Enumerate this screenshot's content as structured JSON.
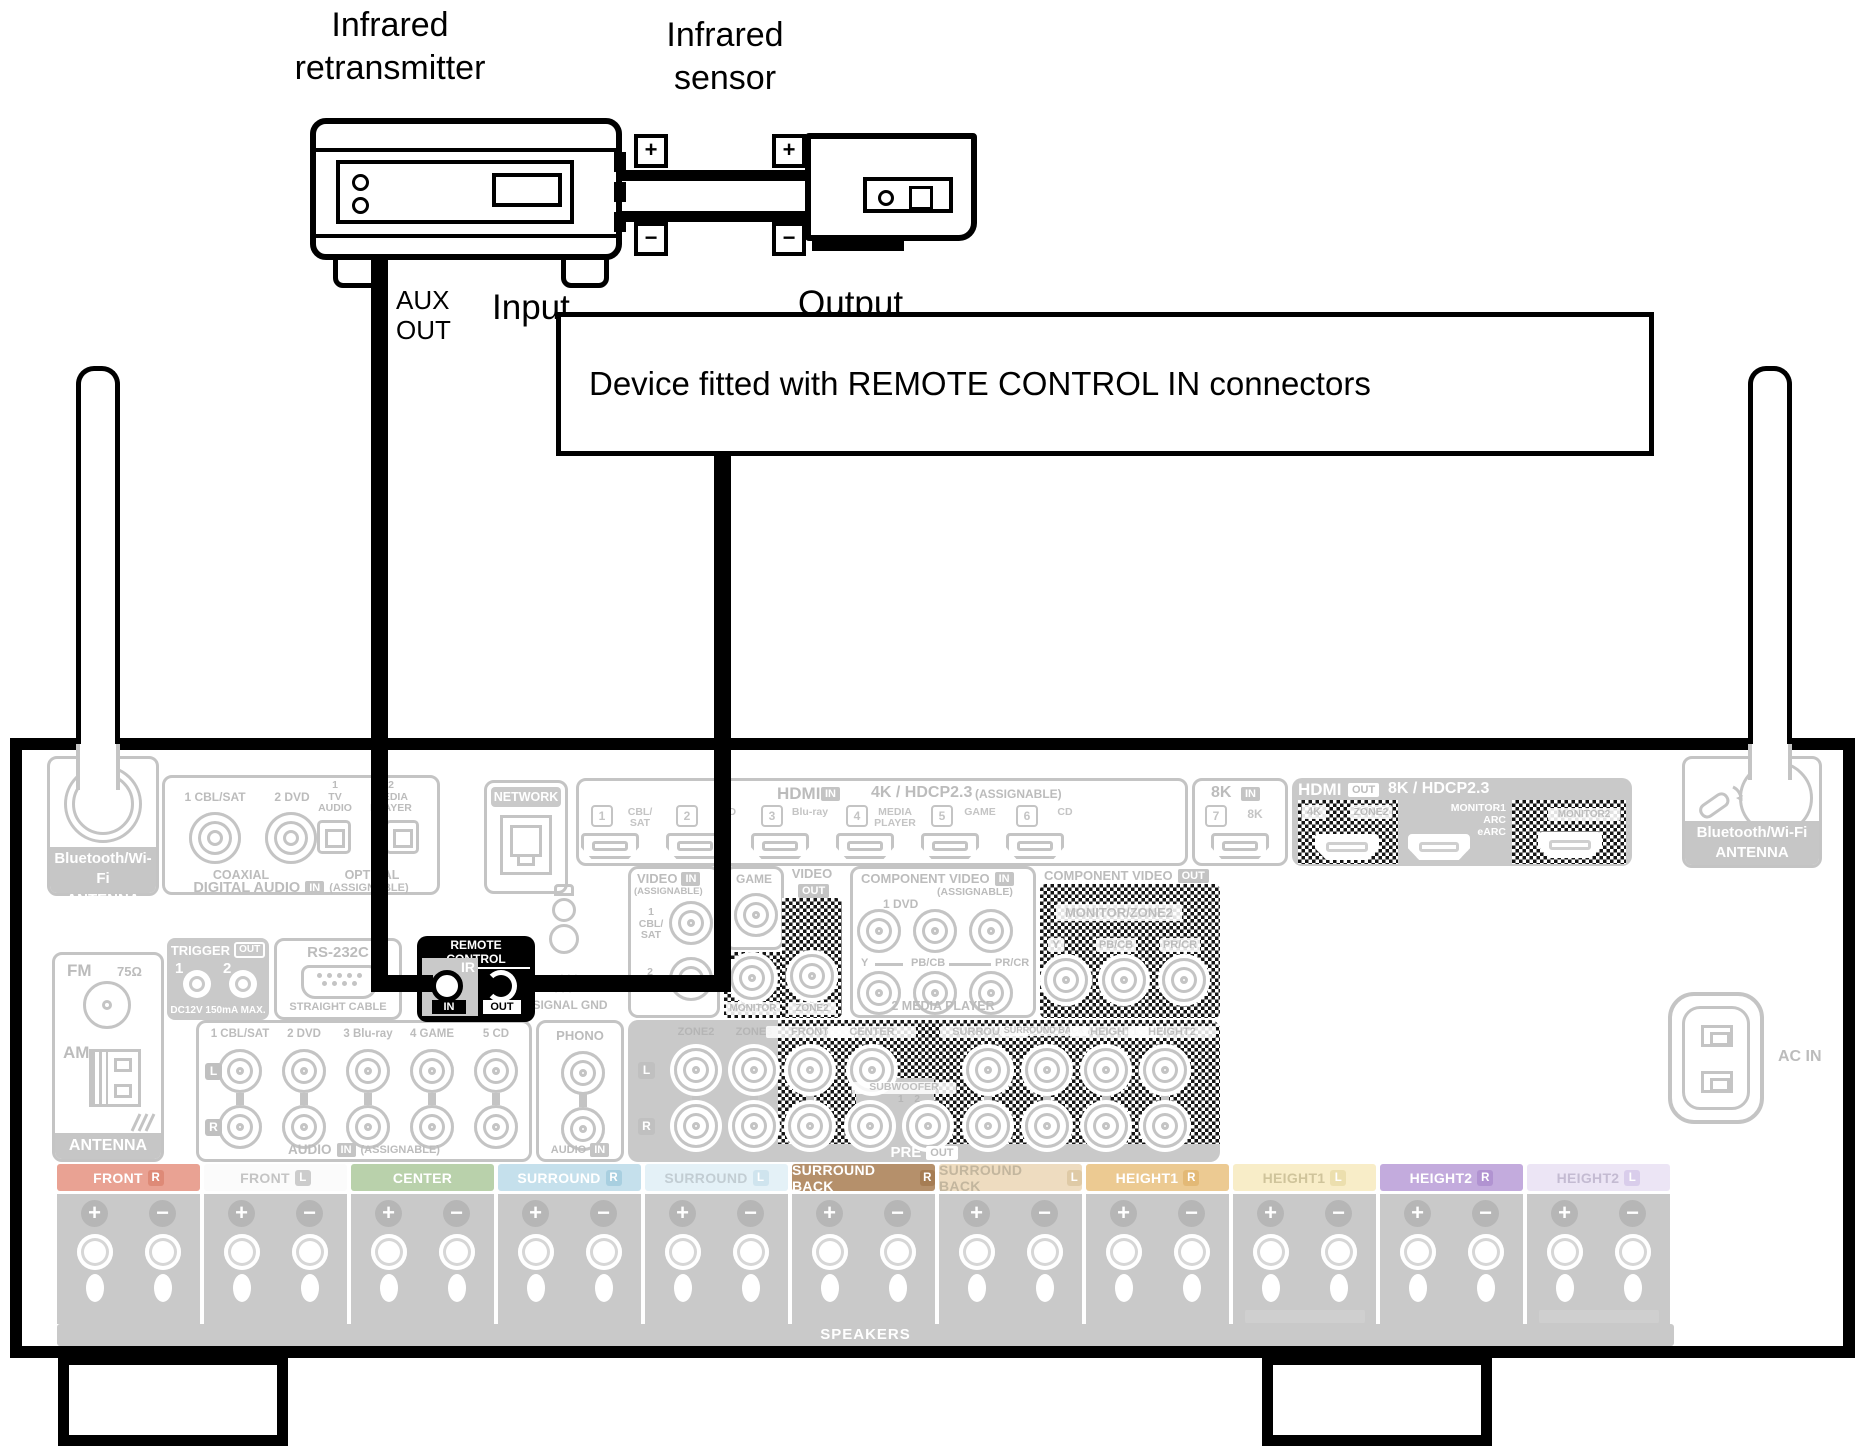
{
  "top": {
    "retransmitter": "Infrared\nretransmitter",
    "sensor": "Infrared\nsensor",
    "aux": "AUX\nOUT",
    "input": "Input",
    "output": "Output",
    "plus": "+",
    "minus": "−",
    "device_box": "Device fitted with REMOTE CONTROL IN connectors"
  },
  "panel": {
    "bt_antenna": "Bluetooth/Wi-Fi\nANTENNA",
    "network": "NETWORK",
    "digital_audio": {
      "c1": "1 CBL/SAT",
      "c2": "2 DVD",
      "c3": "1\nTV\nAUDIO",
      "c4": "2\nMEDIA\nPLAYER",
      "coaxial": "COAXIAL",
      "optical": "OPTICAL",
      "title": "DIGITAL AUDIO",
      "in": "IN",
      "assignable": "(ASSIGNABLE)"
    },
    "hdmi_in": {
      "title": "HDMI",
      "in": "IN",
      "spec": "4K / HDCP2.3",
      "assignable": "(ASSIGNABLE)",
      "ports": [
        {
          "n": "1",
          "label": "CBL/\nSAT"
        },
        {
          "n": "2",
          "label": "DVD"
        },
        {
          "n": "3",
          "label": "Blu-ray"
        },
        {
          "n": "4",
          "label": "MEDIA\nPLAYER"
        },
        {
          "n": "5",
          "label": "GAME"
        },
        {
          "n": "6",
          "label": "CD"
        }
      ]
    },
    "hdmi_8k": {
      "title": "8K",
      "in": "IN",
      "n": "7",
      "label": "8K"
    },
    "hdmi_out": {
      "title": "HDMI",
      "out": "OUT",
      "spec": "8K / HDCP2.3",
      "p1a": "4K",
      "p1b": "ZONE2",
      "p2": "MONITOR1\nARC\neARC",
      "p3": "MONITOR2"
    },
    "trigger": {
      "title": "TRIGGER",
      "out": "OUT",
      "n1": "1",
      "n2": "2",
      "note": "DC12V 150mA MAX."
    },
    "rs232c": {
      "title": "RS-232C",
      "note": "STRAIGHT CABLE"
    },
    "remote": {
      "title": "REMOTE CONTROL",
      "ir": "IR",
      "in": "IN",
      "out": "OUT"
    },
    "signal_gnd": "SIGNAL GND",
    "video_in": {
      "title": "VIDEO",
      "in": "IN",
      "assignable": "(ASSIGNABLE)",
      "j1": "1\nCBL/\nSAT",
      "j2": "2\nBlu-ray",
      "game": "GAME"
    },
    "video_out": {
      "title": "VIDEO",
      "out": "OUT",
      "monitor": "MONITOR",
      "zone2": "ZONE2"
    },
    "comp_in": {
      "title": "COMPONENT VIDEO",
      "in": "IN",
      "assignable": "(ASSIGNABLE)",
      "dvd": "1 DVD",
      "y": "Y",
      "pb": "PB/CB",
      "pr": "PR/CR",
      "media": "2 MEDIA PLAYER"
    },
    "comp_out": {
      "title": "COMPONENT VIDEO",
      "out": "OUT",
      "mz": "MONITOR/ZONE2",
      "y": "Y",
      "pb": "PB/CB",
      "pr": "PR/CR"
    },
    "fm_am": {
      "fm": "FM",
      "ohm": "75Ω",
      "am": "AM",
      "antenna": "ANTENNA"
    },
    "audio": {
      "cols": [
        "1 CBL/SAT",
        "2 DVD",
        "3 Blu-ray",
        "4 GAME",
        "5 CD"
      ],
      "l": "L",
      "r": "R",
      "title": "AUDIO",
      "in": "IN",
      "assignable": "(ASSIGNABLE)",
      "phono": "PHONO"
    },
    "preout": {
      "cols": [
        "ZONE2",
        "ZONE3",
        "FRONT",
        "CENTER",
        "SURROUND",
        "SURROUND BACK",
        "HEIGHT1",
        "HEIGHT2"
      ],
      "sub": "SUBWOOFER",
      "subn": "1 2",
      "l": "L",
      "r": "R",
      "pre": "PRE",
      "out": "OUT"
    },
    "ac_in": "AC IN",
    "speakers": {
      "title": "SPEAKERS",
      "plus": "+",
      "minus": "−",
      "labels": [
        {
          "text": "FRONT",
          "ch": "R",
          "bg": "#e9a293",
          "fg": "#ffffff",
          "badge": "#de8a77"
        },
        {
          "text": "FRONT",
          "ch": "L",
          "bg": "#fbfbfb",
          "fg": "#c4c4c4",
          "badge": "#cccccc"
        },
        {
          "text": "CENTER",
          "ch": "",
          "bg": "#b9d1ab",
          "fg": "#ffffff",
          "badge": ""
        },
        {
          "text": "SURROUND",
          "ch": "R",
          "bg": "#c5e0ec",
          "fg": "#ffffff",
          "badge": "#a8cfe0"
        },
        {
          "text": "SURROUND",
          "ch": "L",
          "bg": "#e4f1f7",
          "fg": "#c2cdd3",
          "badge": "#cfe4ee"
        },
        {
          "text": "SURROUND BACK",
          "ch": "R",
          "bg": "#b5906b",
          "fg": "#ffffff",
          "badge": "#a67d54"
        },
        {
          "text": "SURROUND BACK",
          "ch": "L",
          "bg": "#eedcc0",
          "fg": "#c3b69e",
          "badge": "#dfcaa6"
        },
        {
          "text": "HEIGHT1",
          "ch": "R",
          "bg": "#ecca92",
          "fg": "#ffffff",
          "badge": "#e3b976"
        },
        {
          "text": "HEIGHT1",
          "ch": "L",
          "bg": "#f8edc8",
          "fg": "#cfc49b",
          "badge": "#ecdfae"
        },
        {
          "text": "HEIGHT2",
          "ch": "R",
          "bg": "#c3abdd",
          "fg": "#ffffff",
          "badge": "#b193d1"
        },
        {
          "text": "HEIGHT2",
          "ch": "L",
          "bg": "#ece5f5",
          "fg": "#c4bbd2",
          "badge": "#d9cdeb"
        }
      ]
    }
  },
  "colors": {
    "line_gray": "#c4c4c4",
    "fill_gray": "#c9c9c9",
    "black": "#000000"
  }
}
